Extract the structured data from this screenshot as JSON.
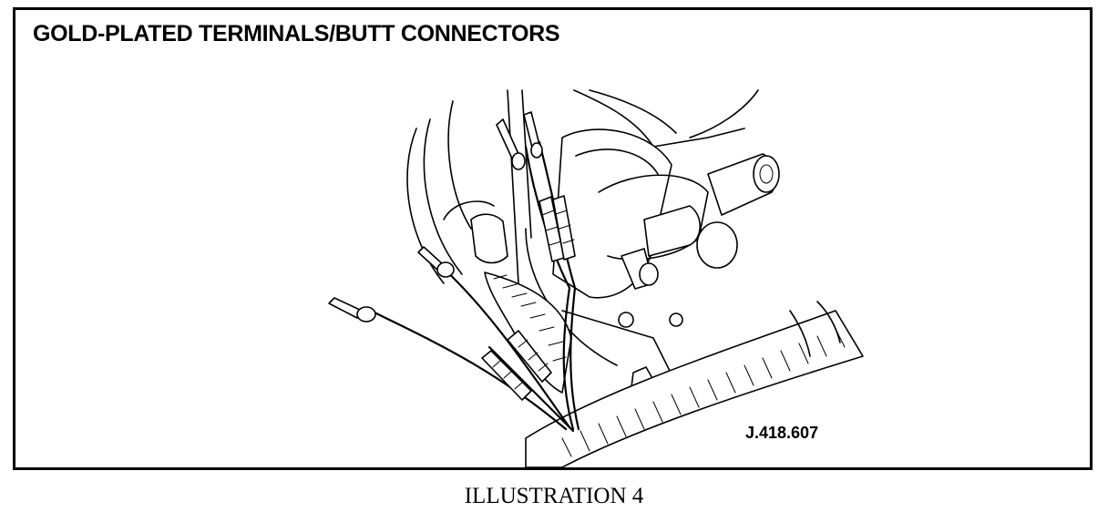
{
  "figure": {
    "title": "GOLD-PLATED TERMINALS/BUTT CONNECTORS",
    "reference_code": "J.418.607",
    "caption": "ILLUSTRATION 4"
  },
  "colors": {
    "ink": "#000000",
    "paper": "#ffffff"
  }
}
